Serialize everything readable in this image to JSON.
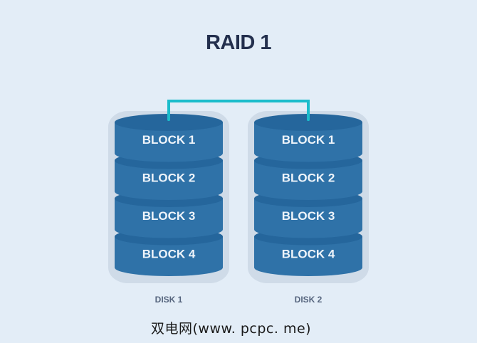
{
  "title": "RAID 1",
  "colors": {
    "background": "#e3edf7",
    "disk_body": "#2f72a8",
    "disk_top": "#25669c",
    "disk_shadow": "#cfdbe8",
    "connector": "#1bbccb",
    "block_text": "#eef4fa",
    "title_text": "#232f4d",
    "label_text": "#56657e"
  },
  "disks": [
    {
      "label": "DISK 1",
      "blocks": [
        "BLOCK 1",
        "BLOCK 2",
        "BLOCK 3",
        "BLOCK 4"
      ]
    },
    {
      "label": "DISK 2",
      "blocks": [
        "BLOCK 1",
        "BLOCK 2",
        "BLOCK 3",
        "BLOCK 4"
      ]
    }
  ],
  "connector": {
    "from": "DISK 1",
    "to": "DISK 2",
    "meaning": "mirror"
  },
  "watermark": "双电网(www. pcpc. me)"
}
